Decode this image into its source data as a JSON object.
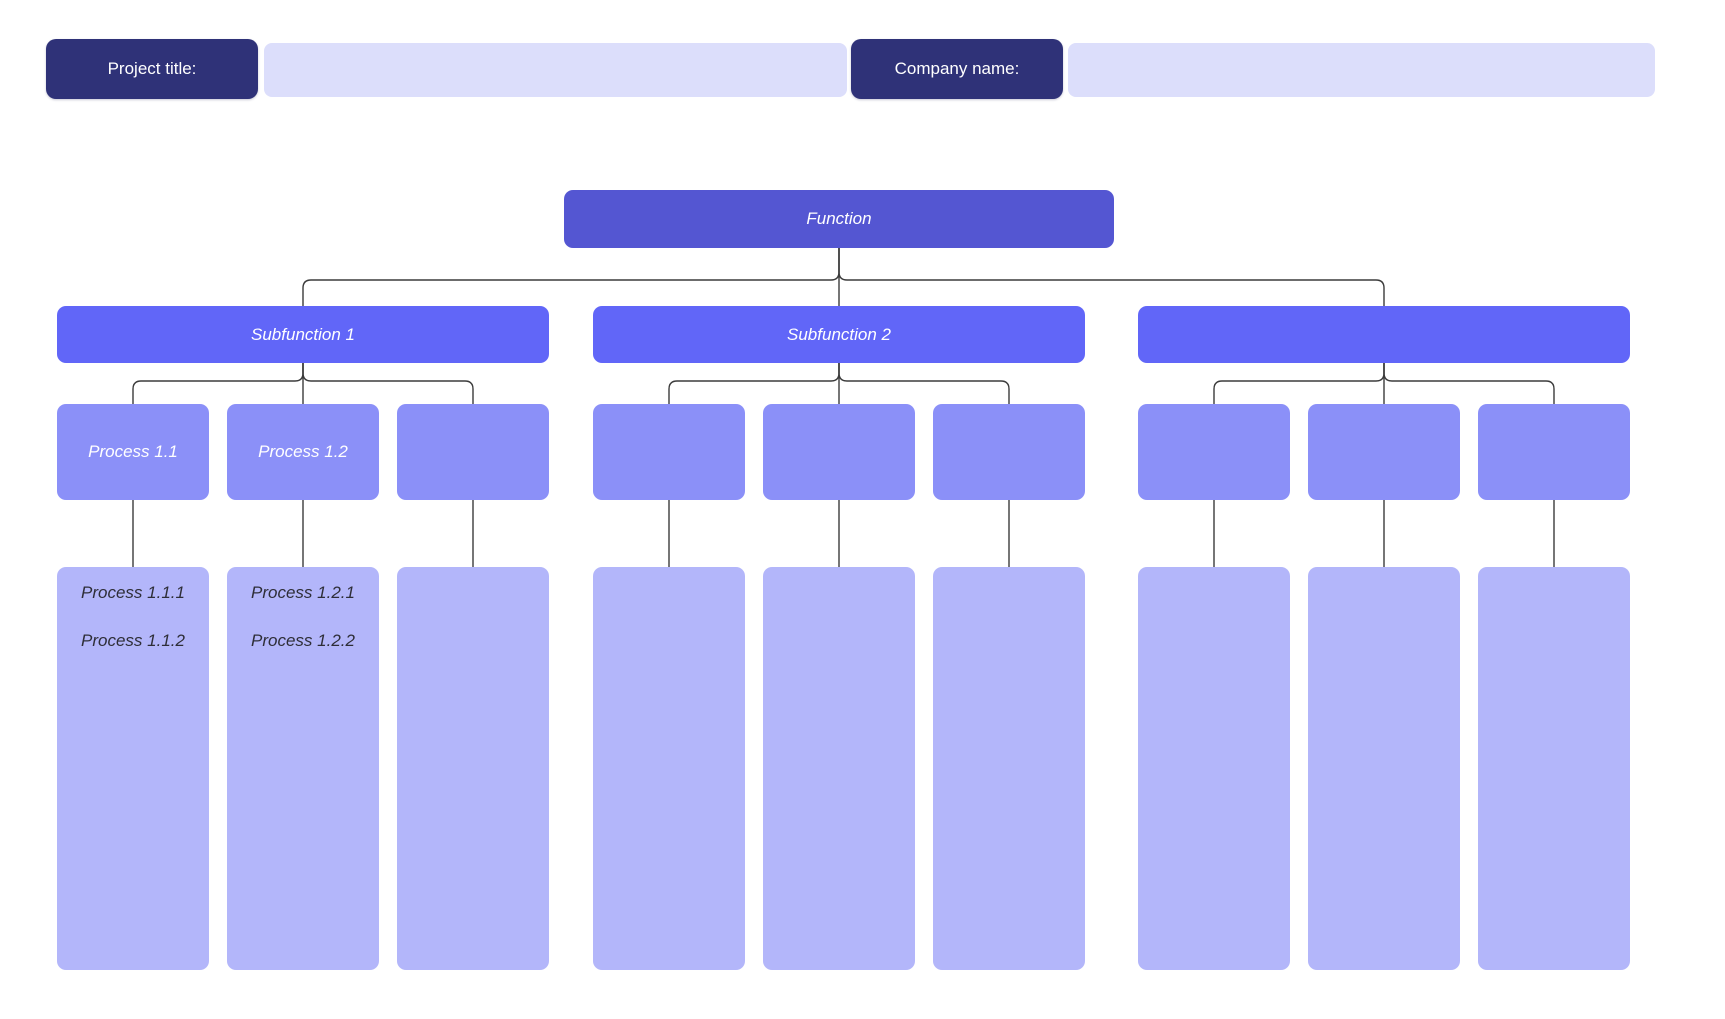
{
  "header": {
    "project_label": "Project title:",
    "company_label": "Company name:",
    "project_value": "",
    "company_value": ""
  },
  "tree": {
    "root_label": "Function",
    "subfunctions": [
      {
        "label": "Subfunction 1",
        "processes": [
          {
            "label": "Process 1.1",
            "items": [
              "Process 1.1.1",
              "Process 1.1.2"
            ]
          },
          {
            "label": "Process 1.2",
            "items": [
              "Process 1.2.1",
              "Process 1.2.2"
            ]
          },
          {
            "label": "",
            "items": []
          }
        ]
      },
      {
        "label": "Subfunction 2",
        "processes": [
          {
            "label": "",
            "items": []
          },
          {
            "label": "",
            "items": []
          },
          {
            "label": "",
            "items": []
          }
        ]
      },
      {
        "label": "",
        "processes": [
          {
            "label": "",
            "items": []
          },
          {
            "label": "",
            "items": []
          },
          {
            "label": "",
            "items": []
          }
        ]
      }
    ]
  },
  "colors": {
    "navy": "#2f3278",
    "lavender": "#dcdefb",
    "root-fill": "#5456d2",
    "sub-fill": "#6166f8",
    "process-fill": "#8b90f8",
    "leaf-fill": "#b3b6fa",
    "line": "#3b3b3b",
    "text-light": "#ffffff",
    "text-dark": "#2e2e38"
  }
}
